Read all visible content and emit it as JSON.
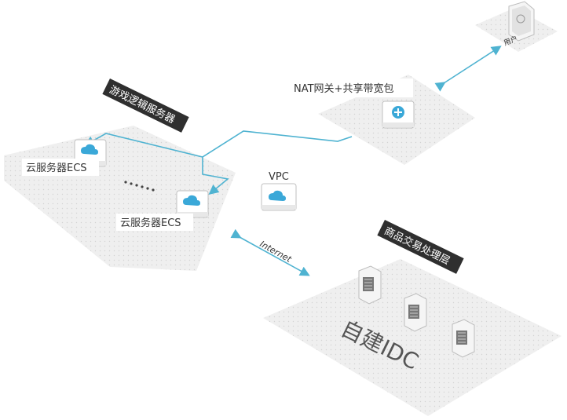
{
  "user": {
    "label": "用户"
  },
  "nat": {
    "label": "NAT网关+共享带宽包"
  },
  "game_zone": {
    "title": "游戏逻辑服务器"
  },
  "ecs_top": {
    "label": "云服务器ECS"
  },
  "ecs_bottom": {
    "label": "云服务器ECS"
  },
  "vpc": {
    "label": "VPC"
  },
  "internet": {
    "label": "Internet"
  },
  "trade_zone": {
    "title": "商品交易处理层"
  },
  "idc": {
    "label": "自建IDC"
  },
  "colors": {
    "link": "#4fb3d1",
    "platform": "#ececec",
    "platform_dot": "#c9c9c9",
    "dark_label": "#2f2f2f",
    "icon_accent": "#3aa8d8"
  }
}
